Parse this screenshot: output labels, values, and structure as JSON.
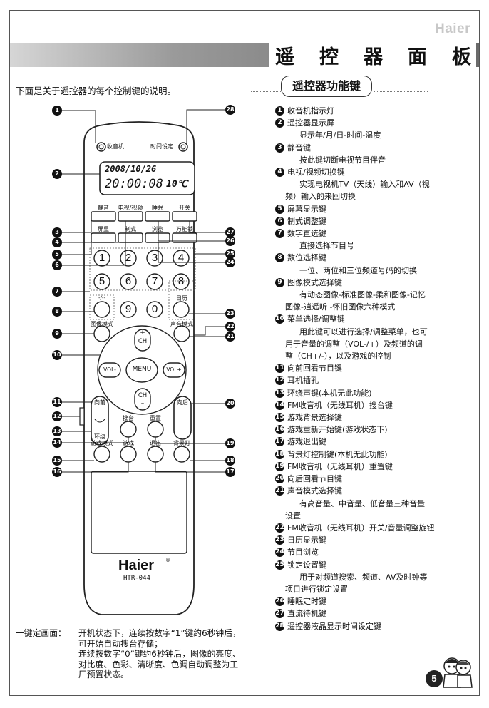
{
  "brand": "Haier",
  "page_title": [
    "遥",
    "控",
    "器",
    "面",
    "板"
  ],
  "intro": "下面是关于遥控器的每个控制键的说明。",
  "function_keys_title": "遥控器功能键",
  "remote": {
    "lcd_date": "2008/10/26",
    "lcd_time": "20:00:08",
    "lcd_temp": "10℃",
    "label_radio": "收音机",
    "label_timeset": "时间设定",
    "btn_mute": "静音",
    "btn_tvav": "电视/视频",
    "btn_sleep": "睡眠",
    "btn_power": "开关",
    "btn_display": "屏显",
    "btn_system": "制式",
    "btn_browse": "浏览",
    "btn_lock": "万能锁",
    "digits": [
      "1",
      "2",
      "3",
      "4",
      "5",
      "6",
      "7",
      "8",
      "9",
      "0"
    ],
    "btn_digit_sel": "-/--",
    "btn_calendar": "日历",
    "btn_picture": "图像模式",
    "btn_sound": "声音模式",
    "btn_ch_up": "CH",
    "btn_ch_down": "CH",
    "btn_vol_minus": "VOL-",
    "btn_vol_plus": "VOL+",
    "btn_menu": "MENU",
    "btn_back": "向前",
    "btn_forward": "向后",
    "btn_surround": "环绕",
    "btn_search": "搜台",
    "btn_reset": "重置",
    "btn_game_mode": "游戏模式",
    "btn_game": "游戏",
    "btn_exit": "退出",
    "btn_backlight": "背景灯",
    "logo": "Haier",
    "model": "HTR-044"
  },
  "functions": [
    {
      "num": "1",
      "title": "收音机指示灯",
      "desc": []
    },
    {
      "num": "2",
      "title": "遥控器显示屏",
      "desc": [
        "显示年/月/日-时间-温度"
      ]
    },
    {
      "num": "3",
      "title": "静音键",
      "desc": [
        "按此键切断电视节目伴音"
      ]
    },
    {
      "num": "4",
      "title": "电视/视频切换键",
      "desc": [
        "实现电视机TV（天线）输入和AV（视"
      ],
      "desc2": [
        "频）输入的来回切换"
      ]
    },
    {
      "num": "5",
      "title": "屏幕显示键",
      "desc": []
    },
    {
      "num": "6",
      "title": "制式调整键",
      "desc": []
    },
    {
      "num": "7",
      "title": "数字直选键",
      "desc": [
        "直接选择节目号"
      ]
    },
    {
      "num": "8",
      "title": "数位选择键",
      "desc": [
        "一位、两位和三位频道号码的切换"
      ]
    },
    {
      "num": "9",
      "title": "图像模式选择键",
      "desc": [
        "有动态图像-标准图像-柔和图像-记忆"
      ],
      "desc2": [
        "图像-逍遥听 -怀旧图像六种模式"
      ]
    },
    {
      "num": "10",
      "title": "菜单选择/调整键",
      "desc": [
        "用此键可以进行选择/调整菜单，也可"
      ],
      "desc2": [
        "用于音量的调整（VOL-/+）及频道的调",
        "整（CH+/-），以及游戏的控制"
      ]
    },
    {
      "num": "11",
      "title": "向前回看节目键",
      "desc": []
    },
    {
      "num": "12",
      "title": "耳机插孔",
      "desc": []
    },
    {
      "num": "13",
      "title": "环绕声键(本机无此功能)",
      "desc": []
    },
    {
      "num": "14",
      "title": "FM收音机（无线耳机）搜台键",
      "desc": []
    },
    {
      "num": "15",
      "title": "游戏背景选择键",
      "desc": []
    },
    {
      "num": "16",
      "title": "游戏重新开始键(游戏状态下)",
      "desc": []
    },
    {
      "num": "17",
      "title": "游戏退出键",
      "desc": []
    },
    {
      "num": "18",
      "title": "背景灯控制键(本机无此功能)",
      "desc": []
    },
    {
      "num": "19",
      "title": "FM收音机（无线耳机）重置键",
      "desc": []
    },
    {
      "num": "20",
      "title": "向后回看节目键",
      "desc": []
    },
    {
      "num": "21",
      "title": "声音模式选择键",
      "desc": [
        "有高音量、中音量、低音量三种音量"
      ],
      "desc2": [
        "设置"
      ]
    },
    {
      "num": "22",
      "title": "FM收音机（无线耳机）开关/音量调整旋钮",
      "desc": []
    },
    {
      "num": "23",
      "title": "日历显示键",
      "desc": []
    },
    {
      "num": "24",
      "title": "节目浏览",
      "desc": []
    },
    {
      "num": "25",
      "title": "锁定设置键",
      "desc": [
        "用于对频道搜索、频道、AV及时钟等"
      ],
      "desc2": [
        "项目进行锁定设置"
      ]
    },
    {
      "num": "26",
      "title": "睡眠定时键",
      "desc": []
    },
    {
      "num": "27",
      "title": "直流待机键",
      "desc": []
    },
    {
      "num": "28",
      "title": "遥控器液晶显示时间设定键",
      "desc": []
    }
  ],
  "note": {
    "label": "一键定画面：",
    "lines": [
      "开机状态下，连续按数字“1”键约6秒钟后，",
      "可开始自动搜台存储；",
      "连续按数字“0”键约6秒钟后，图像的亮度、",
      "对比度、色彩、清晰度、色调自动调整为工",
      "厂预置状态。"
    ]
  },
  "page_number": "5",
  "callouts_left": [
    "1",
    "2",
    "3",
    "4",
    "5",
    "6",
    "7",
    "8",
    "9",
    "10",
    "11",
    "12",
    "13",
    "14",
    "15",
    "16"
  ],
  "callouts_right": [
    "28",
    "27",
    "26",
    "25",
    "24",
    "23",
    "22",
    "21",
    "20",
    "19",
    "18",
    "17"
  ]
}
